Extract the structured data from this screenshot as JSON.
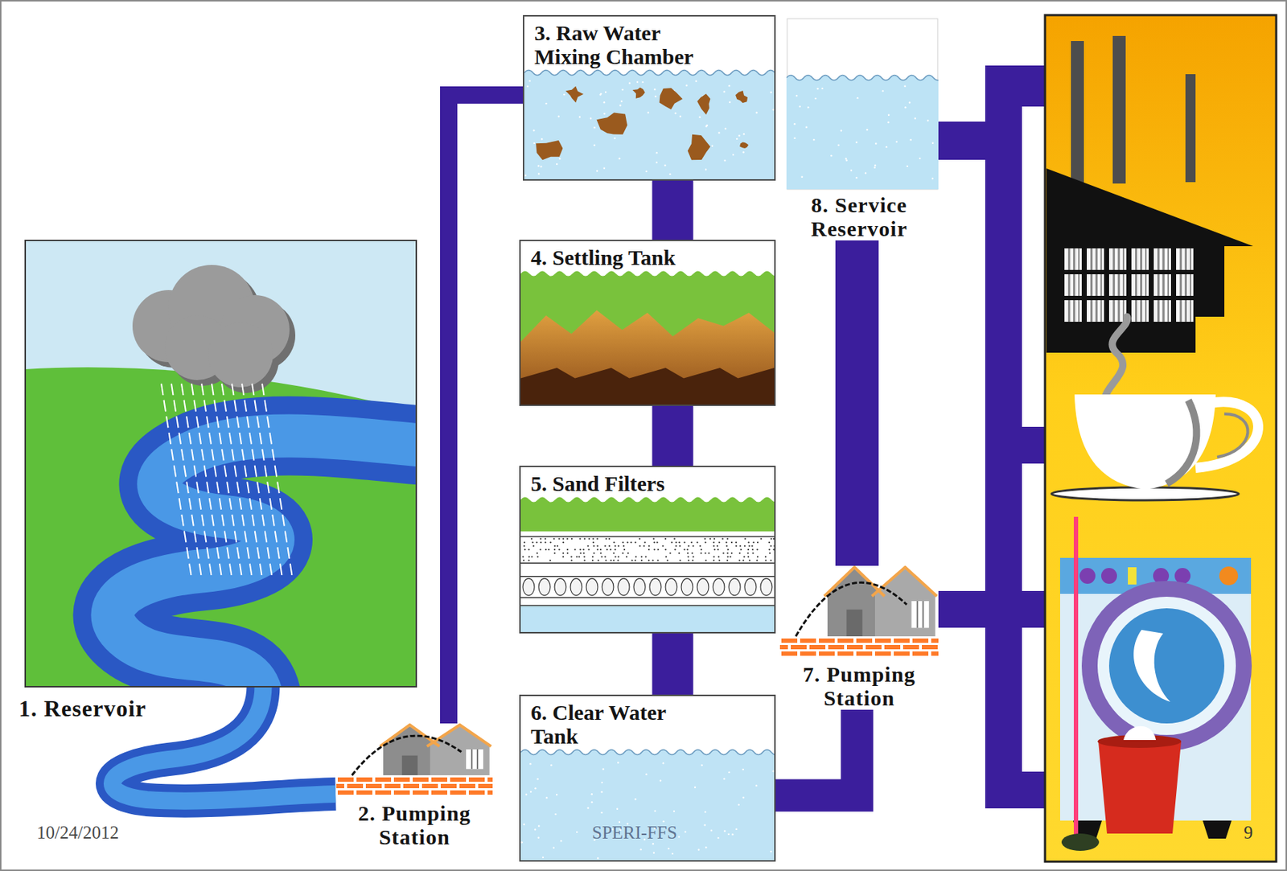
{
  "diagram": {
    "nodes": [
      {
        "text": [
          "1. Reservoir"
        ]
      },
      {
        "text": [
          "2. Pumping Station"
        ]
      },
      {
        "text": [
          "3. Raw Water Mixing Chamber"
        ]
      },
      {
        "text": [
          "4. Settling Tank"
        ]
      },
      {
        "text": [
          "5. Sand Filters"
        ]
      },
      {
        "text": [
          "6. Clear Water Tank"
        ]
      },
      {
        "text": [
          "7. Pumping Station"
        ]
      },
      {
        "text": [
          "8. Service Reservoir"
        ]
      }
    ],
    "edges": [
      {
        "from": 1,
        "to": 2,
        "arrow": "none"
      },
      {
        "from": 2,
        "to": 3,
        "arrow": "none"
      },
      {
        "from": 3,
        "to": 4,
        "arrow": "none"
      },
      {
        "from": 4,
        "to": 5,
        "arrow": "none"
      },
      {
        "from": 5,
        "to": 6,
        "arrow": "none"
      },
      {
        "from": 6,
        "to": 7,
        "arrow": "none"
      }
    ],
    "labels": [
      "10/24/2012",
      "SPERI-FFS",
      "9"
    ]
  }
}
